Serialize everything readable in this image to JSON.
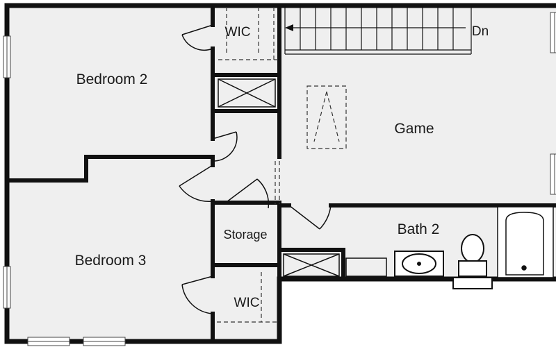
{
  "rooms": {
    "bedroom2": "Bedroom 2",
    "bedroom3": "Bedroom 3",
    "game": "Game",
    "bath2": "Bath 2",
    "storage": "Storage",
    "wic_top": "WIC",
    "wic_bottom": "WIC"
  },
  "stairs": {
    "direction_label": "Dn"
  },
  "colors": {
    "floor": "#efefef",
    "wall": "#111111",
    "outside": "#ffffff",
    "window": "#ffffff"
  }
}
